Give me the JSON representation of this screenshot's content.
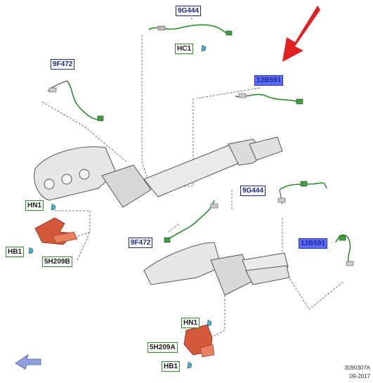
{
  "callouts": {
    "top_9g444": "9G444",
    "hc1": "HC1",
    "left_9f472": "9F472",
    "top_12b591": "12B591",
    "mid_9g444": "9G444",
    "hn1_left": "HN1",
    "mid_9f472": "9F472",
    "right_12b591": "12B591",
    "hb1_left": "HB1",
    "5h209b": "5H209B",
    "hn1_bottom": "HN1",
    "5h209a": "5H209A",
    "hb1_bottom": "HB1"
  },
  "footer": {
    "diagram_id": "3090307A",
    "date": "09-2017"
  },
  "colors": {
    "callout_border": "#1c2a8c",
    "highlight_fill": "#5f6cff",
    "sensor_green": "#2e8b2e",
    "gasket_orange": "#d4593a",
    "arrow_red": "#e02020",
    "arrow_blue": "#8ea0e0"
  }
}
